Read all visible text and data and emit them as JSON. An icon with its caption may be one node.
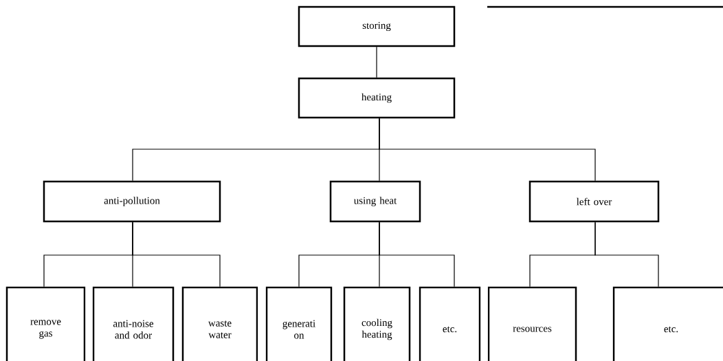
{
  "diagram": {
    "nodes": [
      {
        "text": [
          "storing"
        ]
      },
      {
        "text": [
          "heating"
        ]
      },
      {
        "text": [
          "anti-pollution"
        ]
      },
      {
        "text": [
          "using heat"
        ]
      },
      {
        "text": [
          "left over"
        ]
      },
      {
        "text": [
          "remove gas"
        ]
      },
      {
        "text": [
          "anti-noise and odor"
        ]
      },
      {
        "text": [
          "waste water"
        ]
      },
      {
        "text": [
          "generati on"
        ]
      },
      {
        "text": [
          "cooling heating"
        ]
      },
      {
        "text": [
          "etc."
        ]
      },
      {
        "text": [
          "resources"
        ]
      },
      {
        "text": [
          "etc."
        ]
      }
    ],
    "edges": [
      {
        "from": 0,
        "to": 1,
        "arrow": "none"
      },
      {
        "from": 1,
        "to": 2,
        "arrow": "none"
      },
      {
        "from": 1,
        "to": 3,
        "arrow": "none"
      },
      {
        "from": 1,
        "to": 4,
        "arrow": "none"
      },
      {
        "from": 2,
        "to": 5,
        "arrow": "none"
      },
      {
        "from": 2,
        "to": 6,
        "arrow": "none"
      },
      {
        "from": 2,
        "to": 7,
        "arrow": "none"
      },
      {
        "from": 3,
        "to": 8,
        "arrow": "none"
      },
      {
        "from": 3,
        "to": 9,
        "arrow": "none"
      },
      {
        "from": 3,
        "to": 10,
        "arrow": "none"
      },
      {
        "from": 4,
        "to": 11,
        "arrow": "none"
      },
      {
        "from": 4,
        "to": 12,
        "arrow": "none"
      }
    ]
  }
}
